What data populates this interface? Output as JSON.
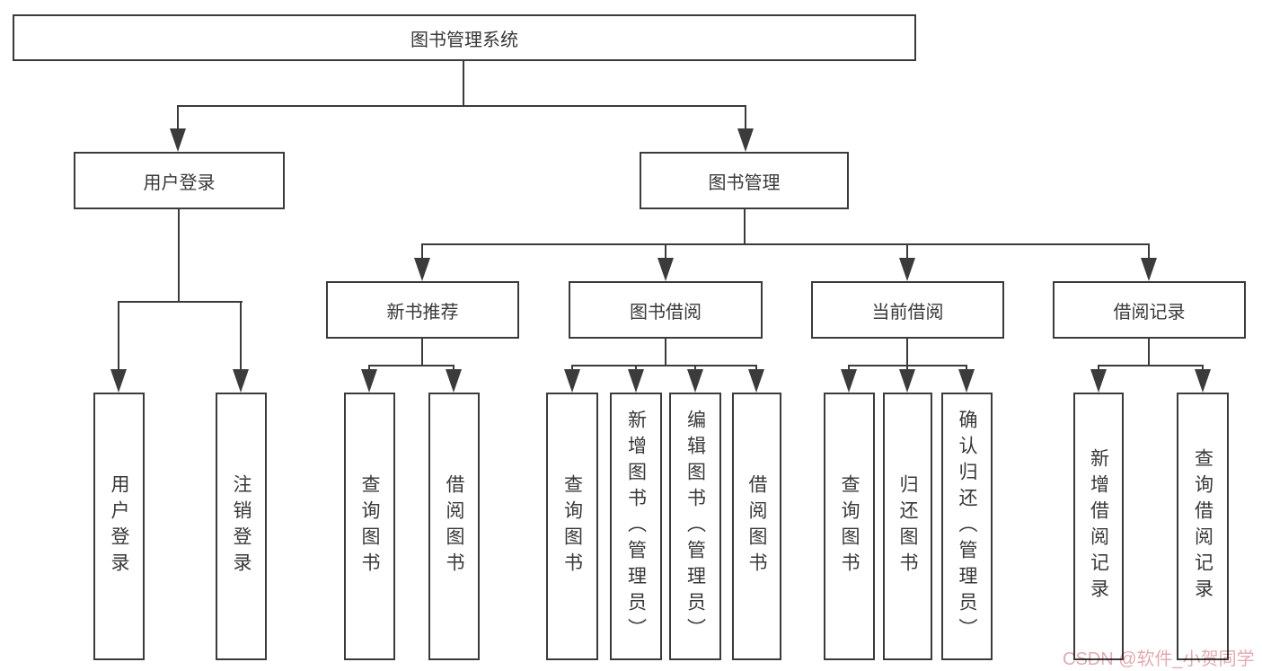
{
  "nodes": {
    "root": "图书管理系统",
    "user_login": "用户登录",
    "book_mgmt": "图书管理",
    "new_book_rec": "新书推荐",
    "book_borrow": "图书借阅",
    "current_borrow": "当前借阅",
    "borrow_records": "借阅记录",
    "leaf_user_login": "用户登录",
    "leaf_logout": "注销登录",
    "leaf_rec_query": "查询图书",
    "leaf_rec_borrow": "借阅图书",
    "leaf_bb_query": "查询图书",
    "leaf_bb_add": "新增图书（管理员）",
    "leaf_bb_edit": "编辑图书（管理员）",
    "leaf_bb_borrow": "借阅图书",
    "leaf_cb_query": "查询图书",
    "leaf_cb_return": "归还图书",
    "leaf_cb_confirm": "确认归还（管理员）",
    "leaf_br_add": "新增借阅记录",
    "leaf_br_query": "查询借阅记录"
  },
  "watermark": "CSDN @软件_小贺同学",
  "colors": {
    "line": "#3b3b3b",
    "text": "#383838",
    "watermark": "#e2abb1",
    "background": "#ffffff"
  }
}
